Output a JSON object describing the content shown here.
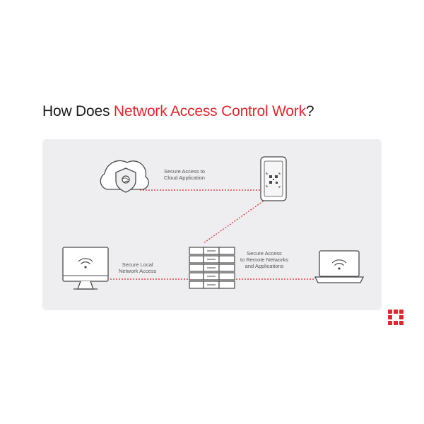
{
  "title": {
    "prefix": "How Does ",
    "highlight": "Network Access Control Work",
    "suffix": "?"
  },
  "labels": {
    "cloud": [
      "Secure Access to",
      "Cloud Application"
    ],
    "local": [
      "Secure Local",
      "Network Access"
    ],
    "remote": [
      "Secure Access",
      "to Remote Networks",
      "and Applications"
    ]
  },
  "colors": {
    "accent": "#e3262d",
    "panel": "#eeeef0",
    "stroke": "#4a4a4a"
  },
  "icons": [
    "cloud-shield-icon",
    "phone-qr-icon",
    "server-rack-icon",
    "desktop-monitor-icon",
    "laptop-icon",
    "fortinet-logo"
  ]
}
